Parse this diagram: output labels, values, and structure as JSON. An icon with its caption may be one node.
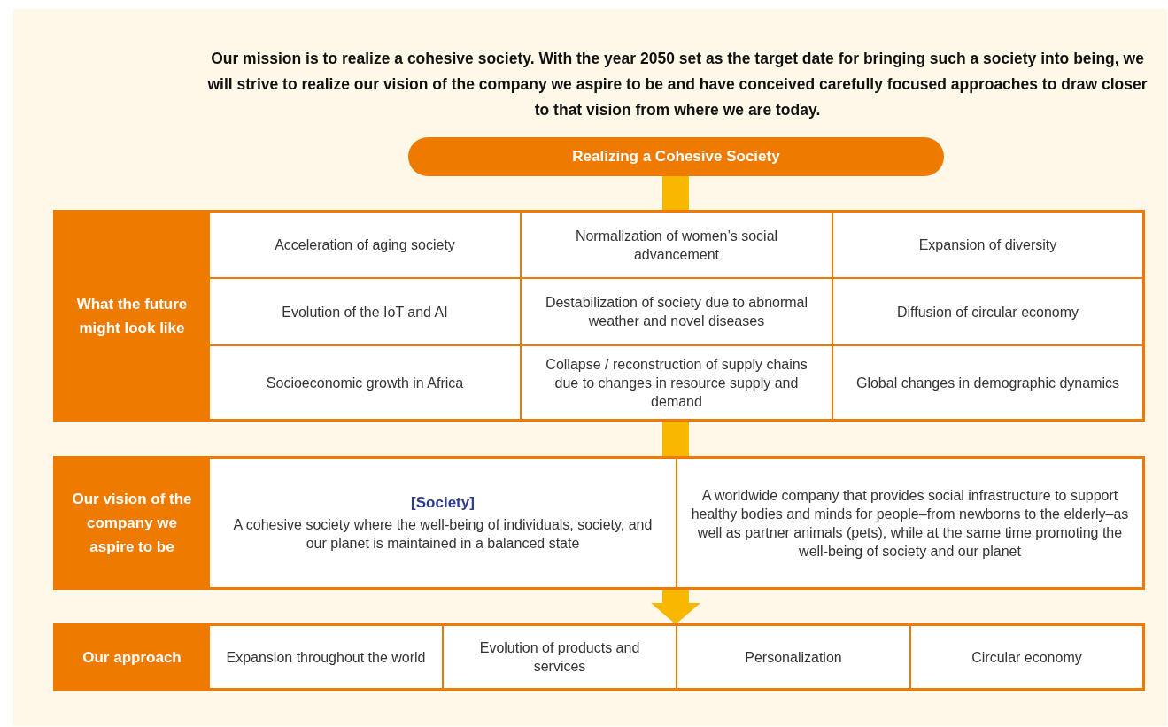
{
  "diagram": {
    "title": "Our mission is to realize a cohesive society. With the year 2050 set as the target date for bringing such a society into being, we will strive to realize our vision of the company we aspire to be and have conceived carefully focused approaches to draw closer to that vision from where we are today.",
    "nodes": [
      {
        "text": [
          "Realizing a Cohesive Society"
        ]
      },
      {
        "text": [
          "What the future might look like"
        ]
      },
      {
        "text": [
          "Acceleration of aging society"
        ],
        "in": 1
      },
      {
        "text": [
          "Normalization of women’s social advancement"
        ],
        "in": 1
      },
      {
        "text": [
          "Expansion of diversity"
        ],
        "in": 1
      },
      {
        "text": [
          "Evolution of the IoT and AI"
        ],
        "in": 1
      },
      {
        "text": [
          "Destabilization of society due to abnormal weather and novel diseases"
        ],
        "in": 1
      },
      {
        "text": [
          "Diffusion of circular economy"
        ],
        "in": 1
      },
      {
        "text": [
          "Socioeconomic growth in Africa"
        ],
        "in": 1
      },
      {
        "text": [
          "Collapse / reconstruction of supply chains due to changes in resource supply and demand"
        ],
        "in": 1
      },
      {
        "text": [
          "Global changes in demographic dynamics"
        ],
        "in": 1
      },
      {
        "text": [
          "Our vision of the company we aspire to be"
        ]
      },
      {
        "text": [
          "[Society]",
          "A cohesive society where the well-being of individuals, society, and our planet is maintained in a balanced state"
        ],
        "in": 11
      },
      {
        "text": [
          "A worldwide company that provides social infrastructure to support healthy bodies and minds for people–from newborns to the elderly–as well as partner animals (pets), while at the same time promoting the well-being of society and our planet"
        ],
        "in": 11
      },
      {
        "text": [
          "Our approach"
        ]
      },
      {
        "text": [
          "Expansion throughout the world"
        ],
        "in": 14
      },
      {
        "text": [
          "Evolution of products and services"
        ],
        "in": 14
      },
      {
        "text": [
          "Personalization"
        ],
        "in": 14
      },
      {
        "text": [
          "Circular economy"
        ],
        "in": 14
      }
    ],
    "edges": [
      {
        "from": 0,
        "to": 1,
        "arrow": "none"
      },
      {
        "from": 1,
        "to": 11,
        "arrow": "none"
      },
      {
        "from": 11,
        "to": 14,
        "arrow": "to"
      }
    ]
  }
}
